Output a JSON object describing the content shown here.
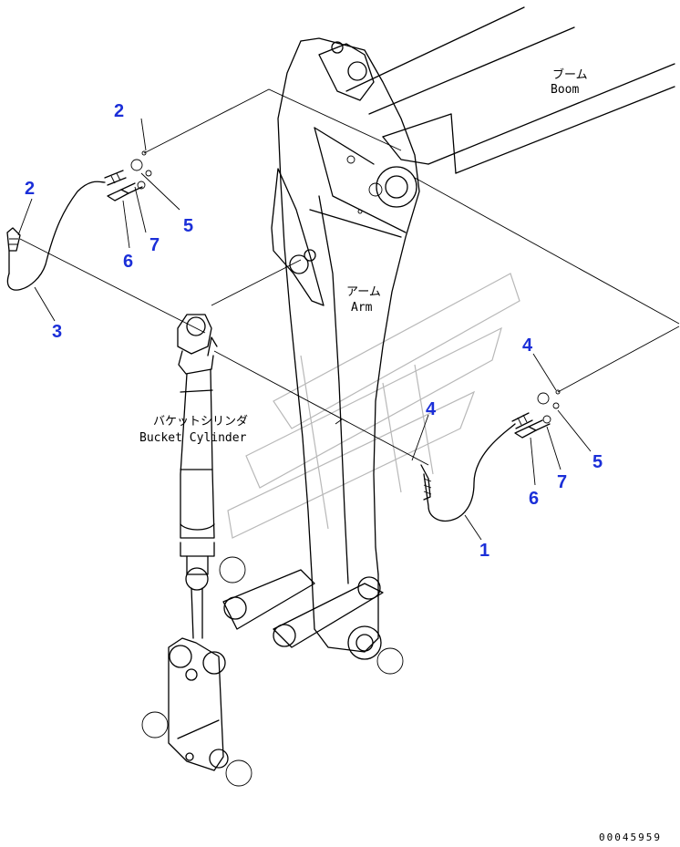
{
  "labels": {
    "boom_jp": "ブーム",
    "boom_en": "Boom",
    "arm_jp": "アーム",
    "arm_en": "Arm",
    "bucket_cylinder_jp": "バケットシリンダ",
    "bucket_cylinder_en": "Bucket Cylinder"
  },
  "callouts": {
    "c1": "1",
    "c2a": "2",
    "c2b": "2",
    "c3": "3",
    "c4a": "4",
    "c4b": "4",
    "c5a": "5",
    "c5b": "5",
    "c6a": "6",
    "c6b": "6",
    "c7a": "7",
    "c7b": "7"
  },
  "drawing_number": "00045959",
  "colors": {
    "callout": "#1b2fd8",
    "line": "#000000",
    "watermark": "#b8b8b8"
  }
}
